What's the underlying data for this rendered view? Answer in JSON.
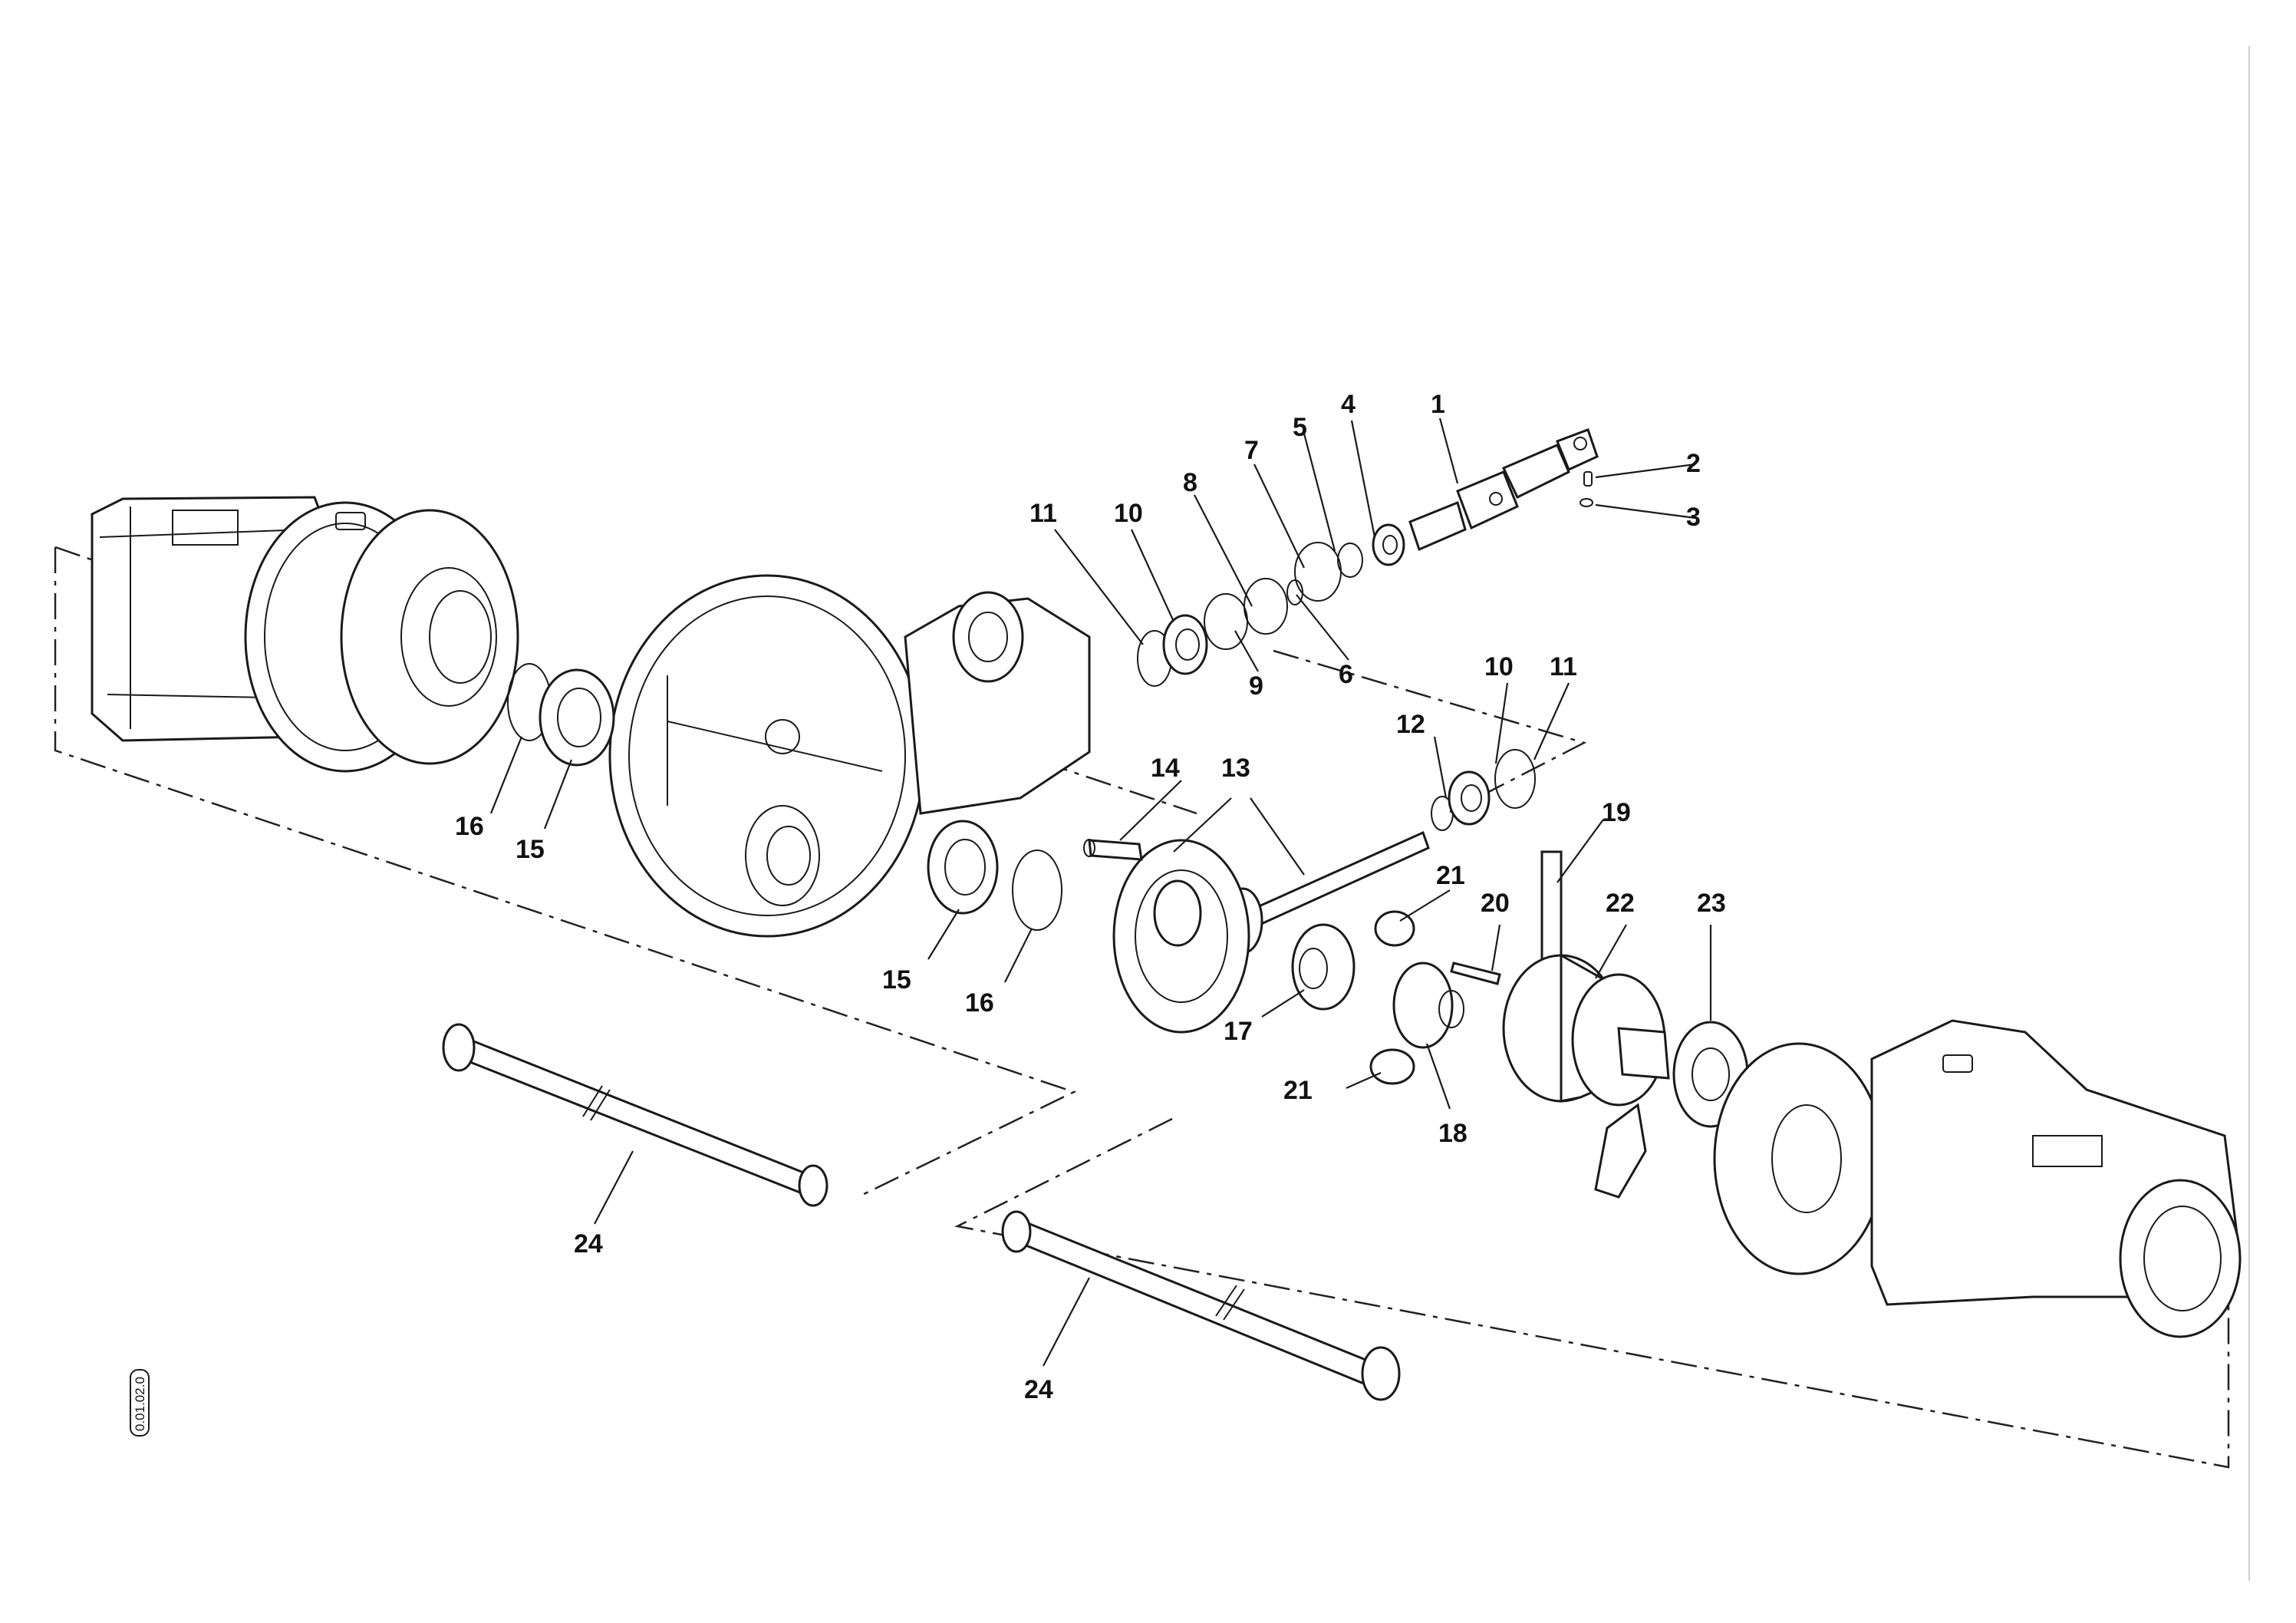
{
  "callouts": {
    "c1": "1",
    "c2": "2",
    "c3": "3",
    "c4": "4",
    "c5": "5",
    "c6": "6",
    "c7": "7",
    "c8": "8",
    "c9": "9",
    "c10a": "10",
    "c10b": "10",
    "c11a": "11",
    "c11b": "11",
    "c12": "12",
    "c13": "13",
    "c14": "14",
    "c15a": "15",
    "c15b": "15",
    "c16a": "16",
    "c16b": "16",
    "c17": "17",
    "c18": "18",
    "c19": "19",
    "c20": "20",
    "c21a": "21",
    "c21b": "21",
    "c22": "22",
    "c23": "23",
    "c24a": "24",
    "c24b": "24"
  },
  "reference_code": "0.01.02.0"
}
